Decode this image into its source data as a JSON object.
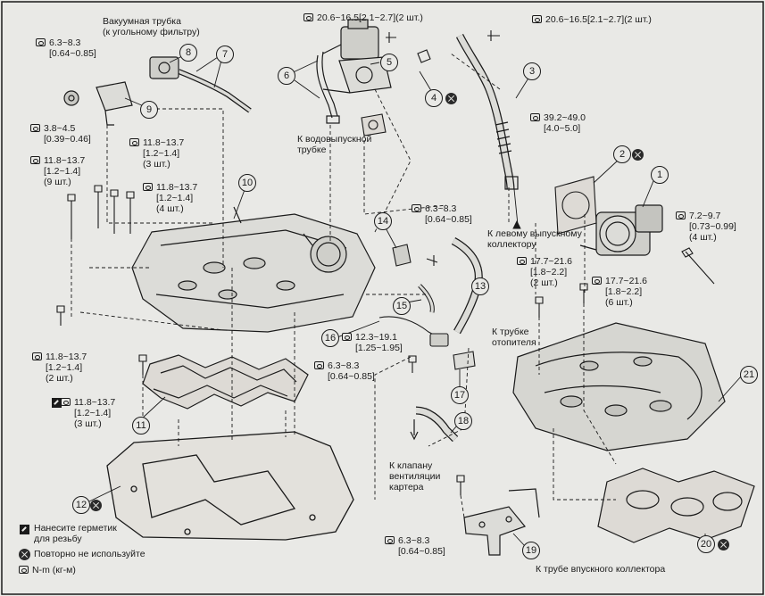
{
  "labels": {
    "vacuum_tube": "Вакуумная трубка\n(к угольному фильтру)",
    "t_6_3_top": "6.3~8.3\n[0.64~0.85]",
    "t_20_6_a": "20.6~16.5[2.1~2.7](2 шт.)",
    "t_20_6_b": "20.6~16.5[2.1~2.7](2 шт.)",
    "t_3_8": "3.8~4.5\n[0.39~0.46]",
    "t_11_8_3pc": "11.8~13.7\n[1.2~1.4]\n(3 шт.)",
    "t_11_8_9pc": "11.8~13.7\n[1.2~1.4]\n(9 шт.)",
    "t_11_8_4pc": "11.8~13.7\n[1.2~1.4]\n(4 шт.)",
    "to_water_outlet": "К водовыпускной\nтрубке",
    "t_39_2": "39.2~49.0\n[4.0~5.0]",
    "t_6_3_mid": "6.3~8.3\n[0.64~0.85]",
    "to_left_exhaust": "К левому выпускному\nколлектору",
    "t_7_2": "7.2~9.7\n[0.73~0.99]\n(4 шт.)",
    "t_17_7_2pc": "17.7~21.6\n[1.8~2.2]\n(2 шт.)",
    "t_17_7_6pc": "17.7~21.6\n[1.8~2.2]\n(6 шт.)",
    "t_12_3": "12.3~19.1\n[1.25~1.95]",
    "to_heater_tube": "К трубке\nотопителя",
    "t_11_8_2pc": "11.8~13.7\n[1.2~1.4]\n(2 шт.)",
    "t_6_3_low": "6.3~8.3\n[0.64~0.85]",
    "t_11_8_3pc_b": "11.8~13.7\n[1.2~1.4]\n(3 шт.)",
    "to_pcv_valve": "К клапану\nвентиляции\nкартера",
    "t_6_3_bottom": "6.3~8.3\n[0.64~0.85]",
    "to_intake_manifold": "К трубе впускного коллектора"
  },
  "legend": {
    "sealant": "Нанесите герметик\nдля резьбу",
    "do_not_reuse": "Повторно не используйте",
    "torque_unit": "N-m (кг-м)"
  },
  "callouts": [
    "1",
    "2",
    "3",
    "4",
    "5",
    "6",
    "7",
    "8",
    "9",
    "10",
    "11",
    "12",
    "13",
    "14",
    "15",
    "16",
    "17",
    "18",
    "19",
    "20",
    "21"
  ]
}
